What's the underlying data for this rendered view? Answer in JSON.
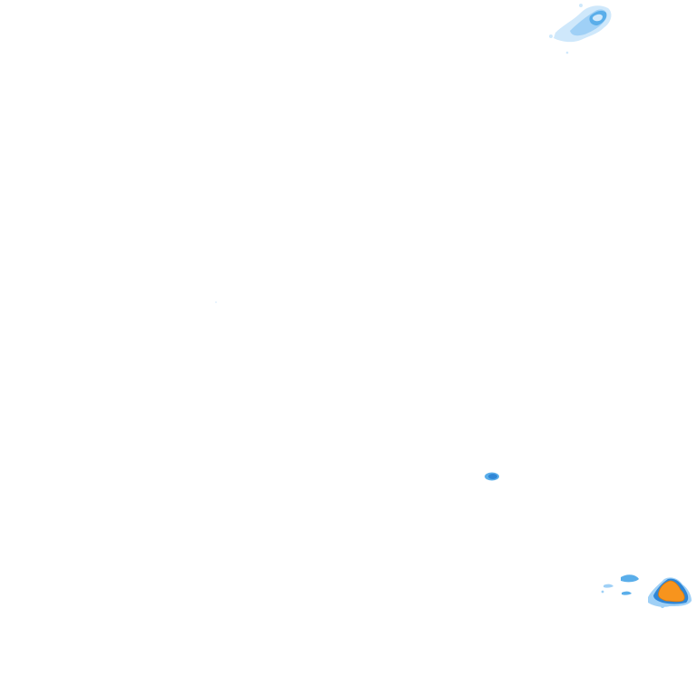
{
  "map": {
    "kind": "weather-radar-overlay",
    "background": "#ffffff"
  },
  "legend_colors": {
    "very_light": "#cfe8fb",
    "light": "#9fd0f6",
    "medium": "#5aaeea",
    "moderate": "#2f86d6",
    "heavy": "#f7941d",
    "heavy_edge": "#d97a0e"
  },
  "echoes": [
    {
      "name": "north-east-cell",
      "intensity": "light"
    },
    {
      "name": "central-cell",
      "intensity": "moderate"
    },
    {
      "name": "south-east-cell",
      "intensity": "heavy"
    },
    {
      "name": "south-east-fragments",
      "intensity": "medium"
    }
  ]
}
